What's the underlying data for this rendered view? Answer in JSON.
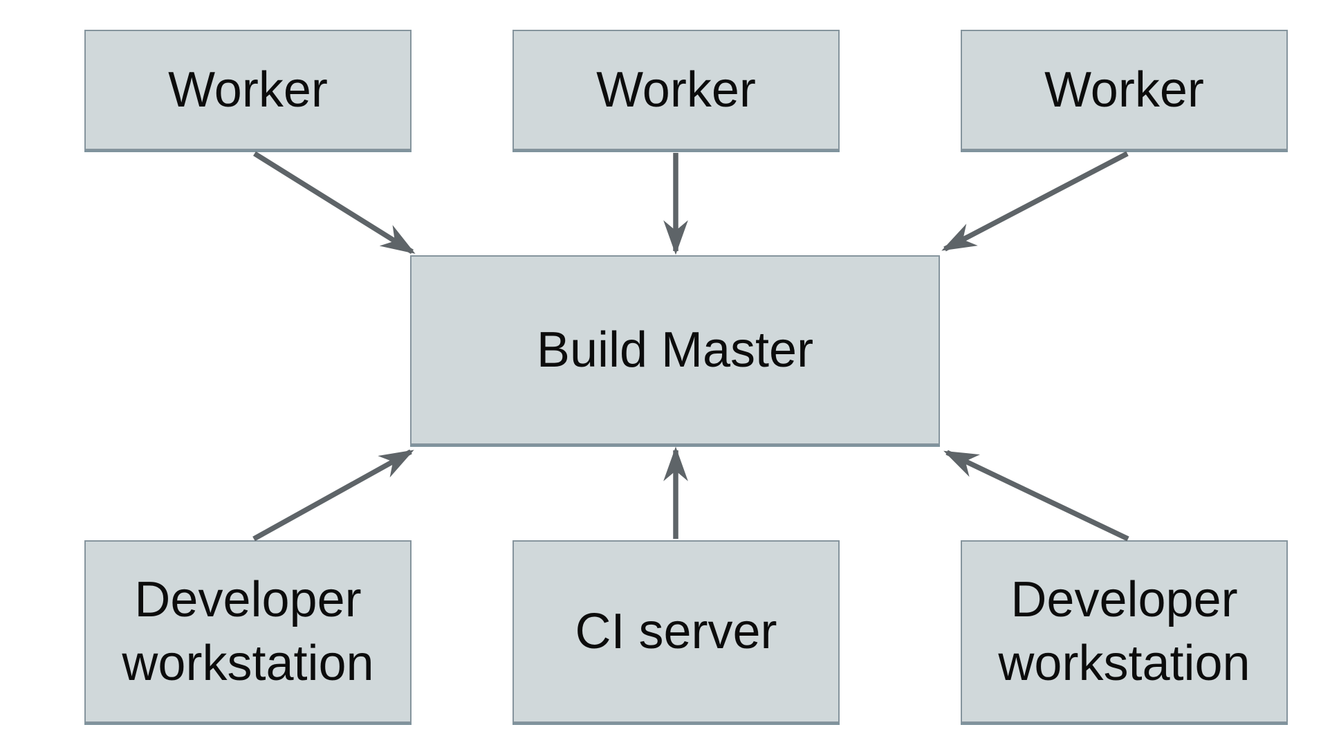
{
  "diagram": {
    "nodes": [
      {
        "id": "worker-1",
        "label": "Worker"
      },
      {
        "id": "worker-2",
        "label": "Worker"
      },
      {
        "id": "worker-3",
        "label": "Worker"
      },
      {
        "id": "build-master",
        "label": "Build Master"
      },
      {
        "id": "dev-workstation-1",
        "label": "Developer workstation"
      },
      {
        "id": "ci-server",
        "label": "CI server"
      },
      {
        "id": "dev-workstation-2",
        "label": "Developer workstation"
      }
    ],
    "edges": [
      {
        "from": "worker-1",
        "to": "build-master"
      },
      {
        "from": "worker-2",
        "to": "build-master"
      },
      {
        "from": "worker-3",
        "to": "build-master"
      },
      {
        "from": "dev-workstation-1",
        "to": "build-master"
      },
      {
        "from": "ci-server",
        "to": "build-master"
      },
      {
        "from": "dev-workstation-2",
        "to": "build-master"
      }
    ],
    "colors": {
      "background": "#ffffff",
      "node_fill": "#d0d8da",
      "node_border": "#85949d",
      "node_border_bottom": "#7f939d",
      "arrow": "#5e6468",
      "text": "#0c0c0c"
    }
  }
}
